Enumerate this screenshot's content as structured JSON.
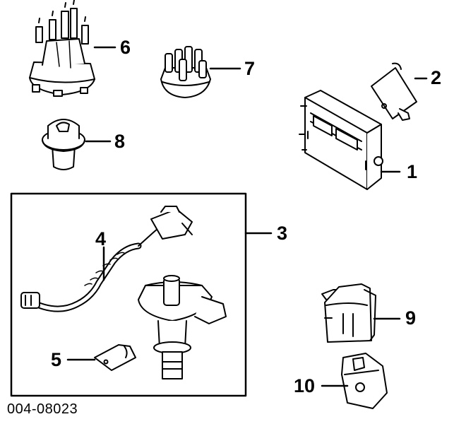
{
  "document_id": "004-08023",
  "callouts": {
    "c1": "1",
    "c2": "2",
    "c3": "3",
    "c4": "4",
    "c5": "5",
    "c6": "6",
    "c7": "7",
    "c8": "8",
    "c9": "9",
    "c10": "10"
  },
  "colors": {
    "line": "#000000",
    "background": "#ffffff"
  }
}
